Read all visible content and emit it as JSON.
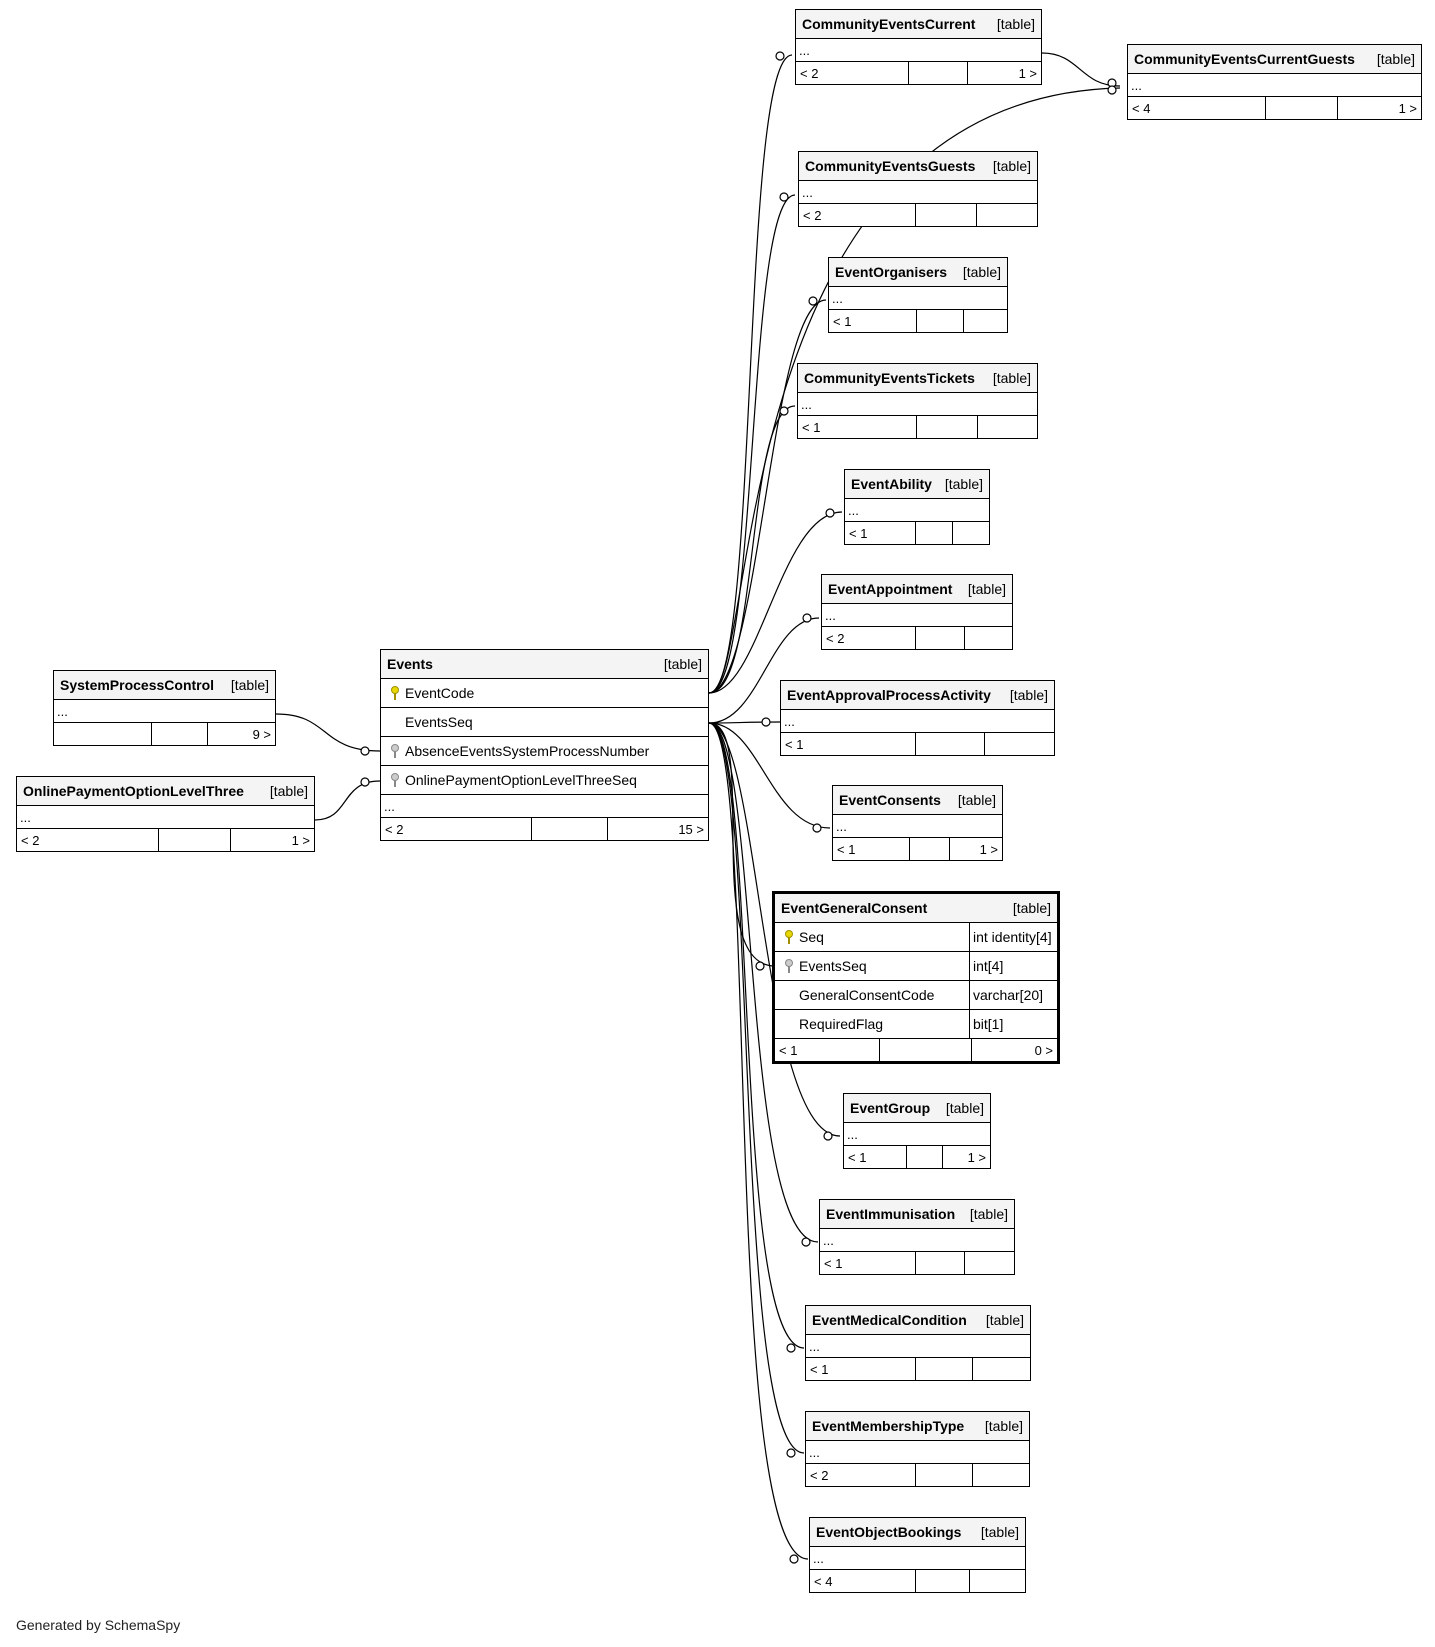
{
  "diagram": {
    "footer": "Generated by SchemaSpy",
    "type_label": "[table]",
    "ellipsis": "...",
    "tables": {
      "ecc": {
        "name": "CommunityEventsCurrent",
        "parents": "< 2",
        "children": "1 >"
      },
      "eccg": {
        "name": "CommunityEventsCurrentGuests",
        "parents": "< 4",
        "children": "1 >"
      },
      "ecg": {
        "name": "CommunityEventsGuests",
        "parents": "< 2",
        "children": ""
      },
      "eorg": {
        "name": "EventOrganisers",
        "parents": "< 1",
        "children": ""
      },
      "ect": {
        "name": "CommunityEventsTickets",
        "parents": "< 1",
        "children": ""
      },
      "eab": {
        "name": "EventAbility",
        "parents": "< 1",
        "children": ""
      },
      "eap": {
        "name": "EventAppointment",
        "parents": "< 2",
        "children": ""
      },
      "eapa": {
        "name": "EventApprovalProcessActivity",
        "parents": "< 1",
        "children": ""
      },
      "econ": {
        "name": "EventConsents",
        "parents": "< 1",
        "children": "1 >"
      },
      "egc": {
        "name": "EventGeneralConsent",
        "parents": "< 1",
        "children": "0 >",
        "columns": [
          {
            "name": "Seq",
            "type": "int identity[4]",
            "key": "primary"
          },
          {
            "name": "EventsSeq",
            "type": "int[4]",
            "key": "foreign"
          },
          {
            "name": "GeneralConsentCode",
            "type": "varchar[20]",
            "key": ""
          },
          {
            "name": "RequiredFlag",
            "type": "bit[1]",
            "key": ""
          }
        ]
      },
      "egrp": {
        "name": "EventGroup",
        "parents": "< 1",
        "children": "1 >"
      },
      "eimm": {
        "name": "EventImmunisation",
        "parents": "< 1",
        "children": ""
      },
      "emed": {
        "name": "EventMedicalCondition",
        "parents": "< 1",
        "children": ""
      },
      "emem": {
        "name": "EventMembershipType",
        "parents": "< 2",
        "children": ""
      },
      "eob": {
        "name": "EventObjectBookings",
        "parents": "< 4",
        "children": ""
      },
      "events": {
        "name": "Events",
        "parents": "< 2",
        "children": "15 >",
        "columns": [
          {
            "name": "EventCode",
            "key": "primary"
          },
          {
            "name": "EventsSeq",
            "key": ""
          },
          {
            "name": "AbsenceEventsSystemProcessNumber",
            "key": "foreign"
          },
          {
            "name": "OnlinePaymentOptionLevelThreeSeq",
            "key": "foreign"
          }
        ]
      },
      "spc": {
        "name": "SystemProcessControl",
        "parents": "",
        "children": "9 >"
      },
      "opo": {
        "name": "OnlinePaymentOptionLevelThree",
        "parents": "< 2",
        "children": "1 >"
      }
    }
  }
}
